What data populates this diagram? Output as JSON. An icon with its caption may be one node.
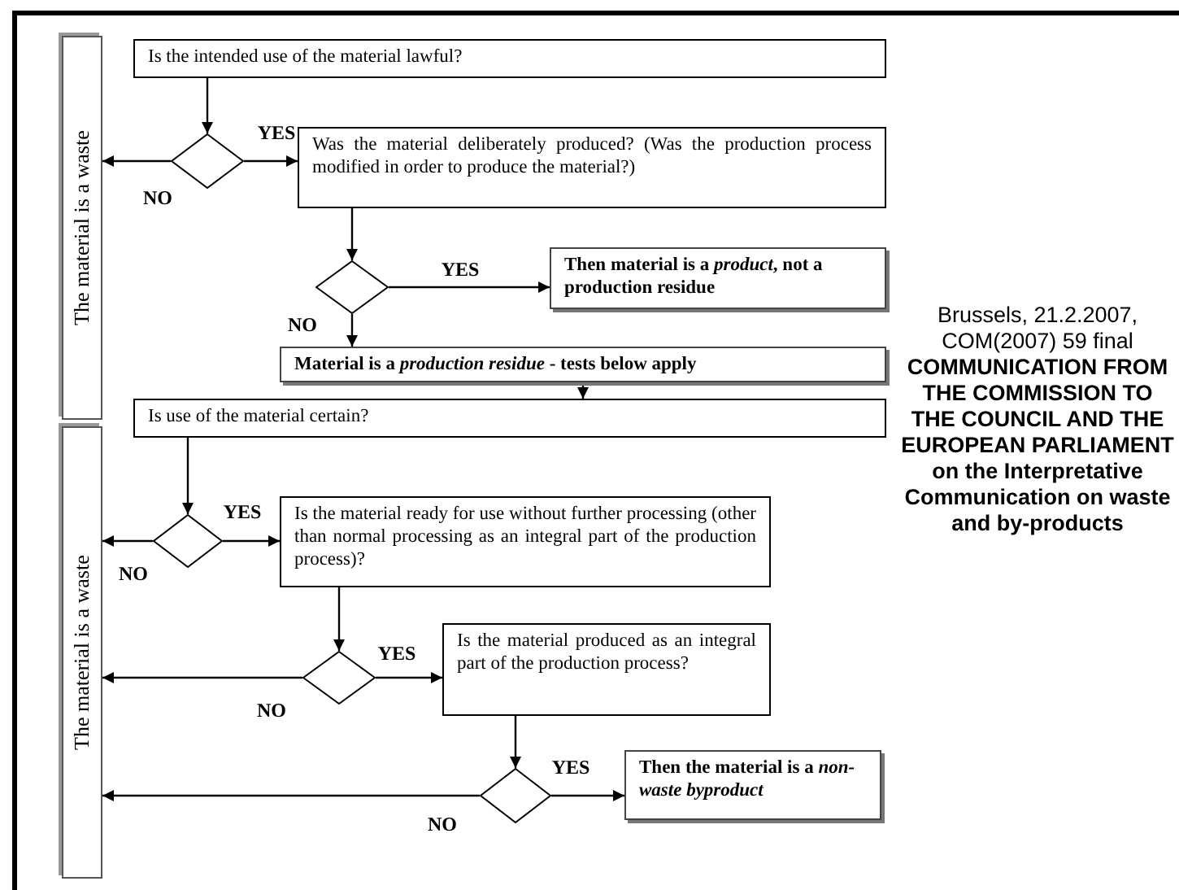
{
  "diagram": {
    "nodes": [
      {
        "text": [
          "The material is a waste"
        ]
      },
      {
        "text": [
          "The material is a waste"
        ]
      },
      {
        "text": [
          "Is the intended use of the material lawful?"
        ]
      },
      {
        "text": [],
        "shape": "diamond"
      },
      {
        "text": [
          "Was the material deliberately produced? (Was the production process modified in order to produce the material?)"
        ]
      },
      {
        "text": [],
        "shape": "diamond"
      },
      {
        "text": [
          "Then material is a *product*, not a production residue"
        ]
      },
      {
        "text": [
          "Material is a *production residue* - tests below apply"
        ]
      },
      {
        "text": [
          "Is use of the material certain?"
        ]
      },
      {
        "text": [],
        "shape": "diamond"
      },
      {
        "text": [
          "Is the material ready for use without further processing (other than normal processing as an integral part of the production process)?"
        ]
      },
      {
        "text": [],
        "shape": "diamond"
      },
      {
        "text": [
          "Is the material produced as an integral part of the production process?"
        ]
      },
      {
        "text": [],
        "shape": "diamond"
      },
      {
        "text": [
          "Then the material is a *non-waste byproduct*"
        ]
      }
    ],
    "edges": [
      {
        "from": 2,
        "to": 3,
        "arrow": "to"
      },
      {
        "from": 3,
        "to": 4,
        "arrow": "to",
        "label": "YES"
      },
      {
        "from": 3,
        "to": 0,
        "arrow": "to",
        "label": "NO"
      },
      {
        "from": 4,
        "to": 5,
        "arrow": "to"
      },
      {
        "from": 5,
        "to": 6,
        "arrow": "to",
        "label": "YES"
      },
      {
        "from": 5,
        "to": 7,
        "arrow": "to",
        "label": "NO"
      },
      {
        "from": 7,
        "to": 8,
        "arrow": "to"
      },
      {
        "from": 8,
        "to": 9,
        "arrow": "to"
      },
      {
        "from": 9,
        "to": 10,
        "arrow": "to",
        "label": "YES"
      },
      {
        "from": 9,
        "to": 1,
        "arrow": "to",
        "label": "NO"
      },
      {
        "from": 10,
        "to": 11,
        "arrow": "to"
      },
      {
        "from": 11,
        "to": 12,
        "arrow": "to",
        "label": "YES"
      },
      {
        "from": 11,
        "to": 1,
        "arrow": "to",
        "label": "NO"
      },
      {
        "from": 12,
        "to": 13,
        "arrow": "to"
      },
      {
        "from": 13,
        "to": 14,
        "arrow": "to",
        "label": "YES"
      },
      {
        "from": 13,
        "to": 1,
        "arrow": "to",
        "label": "NO"
      }
    ],
    "labels": [
      "Brussels, 21.2.2007, COM(2007) 59 final",
      "COMMUNICATION FROM THE COMMISSION TO THE COUNCIL AND THE EUROPEAN PARLIAMENT on the Interpretative Communication on waste and by-products"
    ]
  }
}
